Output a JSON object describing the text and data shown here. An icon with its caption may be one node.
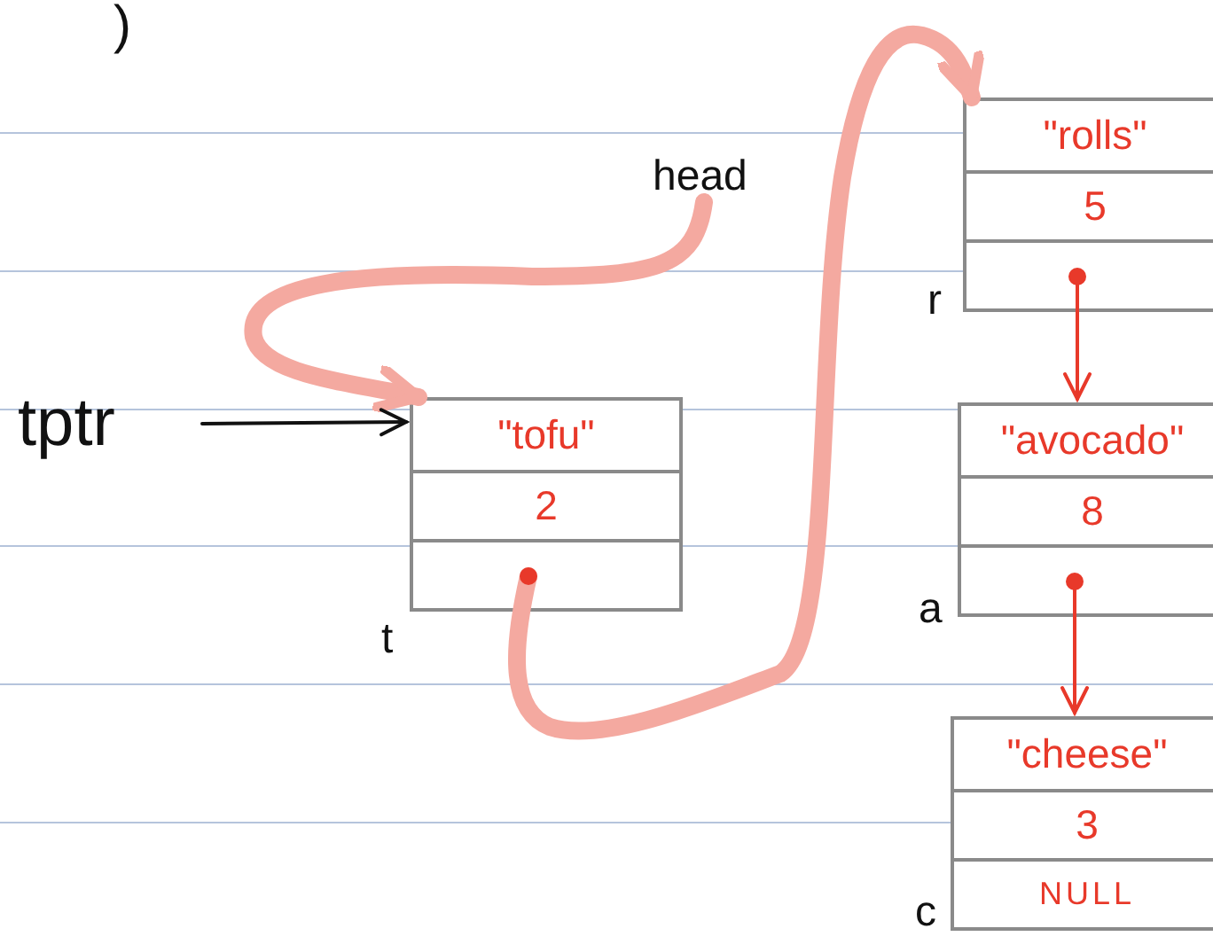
{
  "diagram": {
    "nodes": [
      {
        "text": [
          "head"
        ]
      },
      {
        "text": [
          "tptr"
        ]
      },
      {
        "text": [
          "\"tofu\"",
          "2"
        ],
        "beside": [
          "t"
        ]
      },
      {
        "text": [
          "\"rolls\"",
          "5"
        ],
        "beside": [
          "r"
        ]
      },
      {
        "text": [
          "\"avocado\"",
          "8"
        ],
        "beside": [
          "a"
        ]
      },
      {
        "text": [
          "\"cheese\"",
          "3",
          "NULL"
        ],
        "beside": [
          "c"
        ]
      }
    ],
    "edges": [
      {
        "from": 0,
        "to": 2,
        "arrow": "to",
        "style": "thick",
        "color": "#f4a9a0"
      },
      {
        "from": 1,
        "to": 2,
        "arrow": "to",
        "color": "#111111"
      },
      {
        "from": 2,
        "to": 3,
        "arrow": "to",
        "style": "thick",
        "color": "#f4a9a0"
      },
      {
        "from": 3,
        "to": 4,
        "arrow": "to",
        "color": "#e8392a"
      },
      {
        "from": 4,
        "to": 5,
        "arrow": "to",
        "color": "#e8392a"
      }
    ],
    "labels": [
      ")"
    ]
  }
}
